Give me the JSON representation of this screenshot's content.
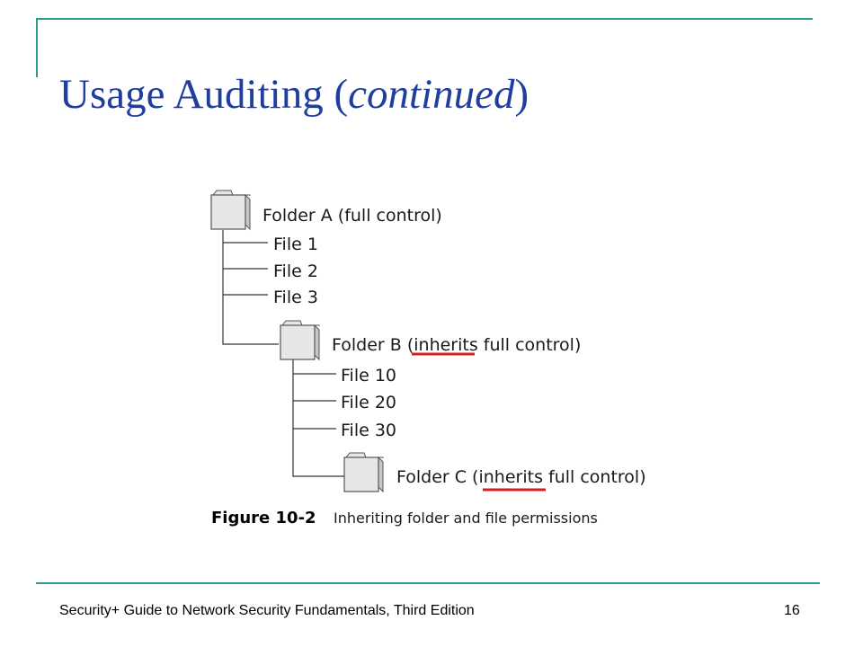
{
  "slide": {
    "title_main": "Usage Auditing (",
    "title_italic": "continued",
    "title_close": ")",
    "footer": "Security+ Guide to Network Security Fundamentals, Third Edition",
    "page_number": "16"
  },
  "colors": {
    "frame_accent": "#2E9A8A",
    "title": "#1F3FA0",
    "annotation_underline": "#D42020",
    "folder_fill": "#E6E6E6",
    "folder_stroke": "#555555"
  },
  "diagram": {
    "folder_a": {
      "label": "Folder A (full control)",
      "files": [
        "File 1",
        "File 2",
        "File 3"
      ]
    },
    "folder_b": {
      "label": "Folder B (inherits full control)",
      "files": [
        "File 10",
        "File 20",
        "File 30"
      ]
    },
    "folder_c": {
      "label": "Folder C (inherits full control)"
    },
    "caption": {
      "number": "Figure 10-2",
      "text": "Inheriting folder and file permissions"
    }
  },
  "icons": [
    "folder-icon"
  ]
}
